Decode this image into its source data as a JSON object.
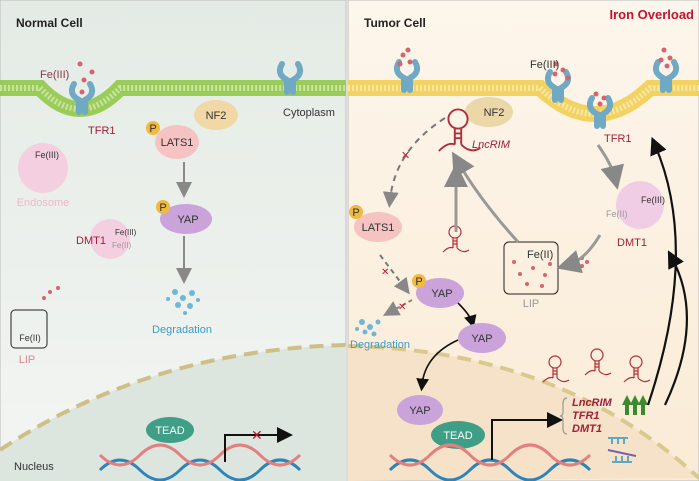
{
  "normal_cell": {
    "title": "Normal Cell",
    "fe3_label": "Fe(III)",
    "tfr1": "TFR1",
    "cytoplasm": "Cytoplasm",
    "nf2": "NF2",
    "lats1": "LATS1",
    "phospho": "P",
    "yap": "YAP",
    "degradation": "Degradation",
    "endosome": "Endosome",
    "endosome_fe": "Fe(III)",
    "dmt1": "DMT1",
    "dmt1_fe3": "Fe(III)",
    "dmt1_fe2": "Fe(II)",
    "lip_fe": "Fe(II)",
    "lip": "LIP",
    "tead": "TEAD",
    "nucleus": "Nucleus"
  },
  "tumor_cell": {
    "title": "Tumor Cell",
    "condition": "Iron Overload",
    "fe3_label": "Fe(III)",
    "tfr1": "TFR1",
    "nf2": "NF2",
    "lncrim": "LncRIM",
    "lats1": "LATS1",
    "phospho": "P",
    "yap_p": "YAP",
    "yap_free": "YAP",
    "yap_nuclear": "YAP",
    "tead": "TEAD",
    "degradation": "Degradation",
    "lip_fe": "Fe(II)",
    "lip": "LIP",
    "dmt1": "DMT1",
    "dmt1_fe3": "Fe(III)",
    "dmt1_fe2": "Fe(II)",
    "target_genes": [
      "LncRIM",
      "TFR1",
      "DMT1"
    ]
  },
  "colors": {
    "normal_bg": "#e9efea",
    "tumor_bg": "#fbf0e0",
    "membrane_normal": "#8cc63f",
    "membrane_tumor": "#f0cc4a",
    "iron": "#d9636b",
    "yap": "#c9a3d9",
    "lats1": "#f6c3c3",
    "nf2": "#f1d8a6",
    "tead": "#3f9e86",
    "accent_red": "#c4122f"
  }
}
